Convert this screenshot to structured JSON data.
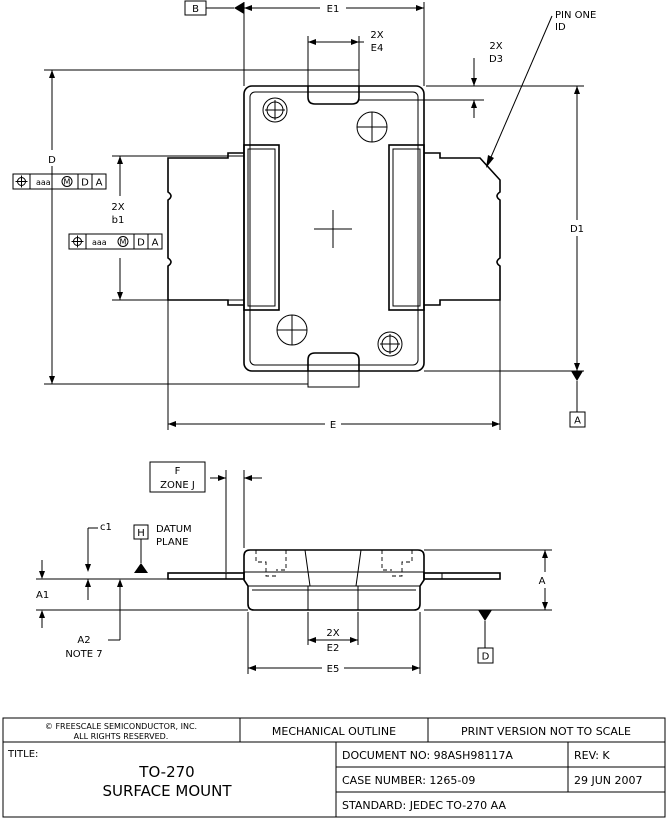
{
  "datums": {
    "b": "B",
    "a": "A",
    "h": "H",
    "d": "D"
  },
  "dims": {
    "e1": "E1",
    "e4_count": "2X",
    "e4": "E4",
    "d3_count": "2X",
    "d3": "D3",
    "d": "D",
    "d1": "D1",
    "b1_count": "2X",
    "b1": "b1",
    "e": "E",
    "c1": "c1",
    "a": "A",
    "a1": "A1",
    "a2": "A2",
    "note7": "NOTE 7",
    "e2_count": "2X",
    "e2": "E2",
    "e5": "E5"
  },
  "labels": {
    "pin_one_1": "PIN ONE",
    "pin_one_2": "ID",
    "datum_plane_1": "DATUM",
    "datum_plane_2": "PLANE",
    "zone_f": "F",
    "zone_j": "ZONE J"
  },
  "fcf": {
    "symbol": "⌖",
    "tol": "aaa",
    "modifier": "M",
    "ref1": "D",
    "ref2": "A"
  },
  "title_block": {
    "copyright_1": "© FREESCALE SEMICONDUCTOR, INC.",
    "copyright_2": "ALL RIGHTS RESERVED.",
    "mechanical_outline": "MECHANICAL OUTLINE",
    "print_version": "PRINT VERSION NOT TO SCALE",
    "title_label": "TITLE:",
    "title_1": "TO-270",
    "title_2": "SURFACE MOUNT",
    "document_no": "DOCUMENT NO: 98ASH98117A",
    "rev": "REV: K",
    "case_number": "CASE NUMBER: 1265-09",
    "date": "29 JUN 2007",
    "standard": "STANDARD: JEDEC TO-270 AA"
  }
}
